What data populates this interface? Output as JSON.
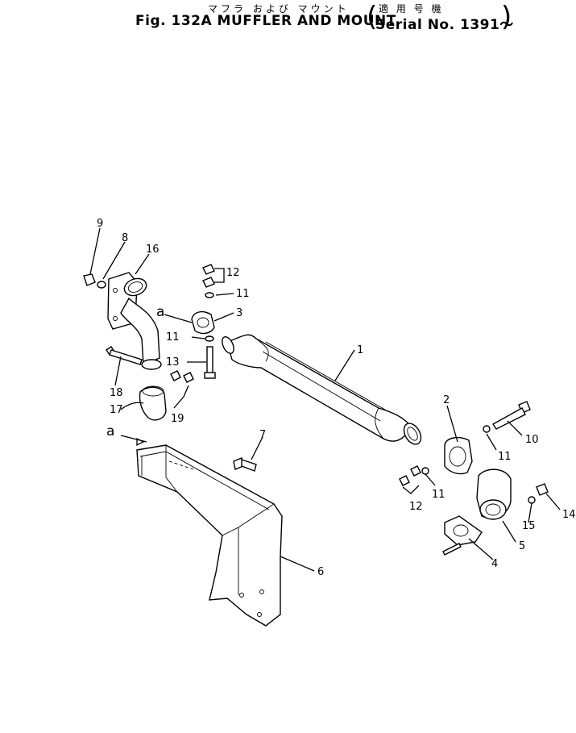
{
  "header": {
    "japanese_title": "マフラ および マウント",
    "title": "Fig. 132A MUFFLER AND MOUNT",
    "applicable_label": "適 用 号 機",
    "serial": "Serial No. 1391～"
  },
  "callouts": [
    {
      "id": "c1",
      "label": "1"
    },
    {
      "id": "c2",
      "label": "2"
    },
    {
      "id": "c3",
      "label": "3"
    },
    {
      "id": "c4",
      "label": "4"
    },
    {
      "id": "c5",
      "label": "5"
    },
    {
      "id": "c6",
      "label": "6"
    },
    {
      "id": "c7",
      "label": "7"
    },
    {
      "id": "c8",
      "label": "8"
    },
    {
      "id": "c9",
      "label": "9"
    },
    {
      "id": "c10",
      "label": "10"
    },
    {
      "id": "c11a",
      "label": "11"
    },
    {
      "id": "c11b",
      "label": "11"
    },
    {
      "id": "c11c",
      "label": "11"
    },
    {
      "id": "c11d",
      "label": "11"
    },
    {
      "id": "c12a",
      "label": "12"
    },
    {
      "id": "c12b",
      "label": "12"
    },
    {
      "id": "c13",
      "label": "13"
    },
    {
      "id": "c14",
      "label": "14"
    },
    {
      "id": "c15",
      "label": "15"
    },
    {
      "id": "c16",
      "label": "16"
    },
    {
      "id": "c17",
      "label": "17"
    },
    {
      "id": "c18",
      "label": "18"
    },
    {
      "id": "c19",
      "label": "19"
    }
  ],
  "reference_marks": [
    {
      "id": "ra1",
      "label": "a"
    },
    {
      "id": "ra2",
      "label": "a"
    }
  ]
}
